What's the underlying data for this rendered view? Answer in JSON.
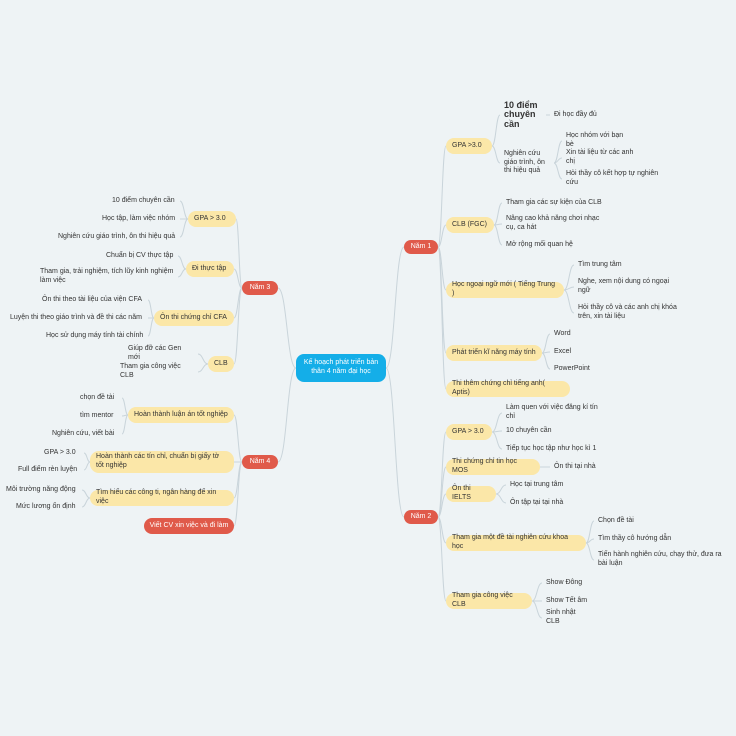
{
  "root": "Kế hoạch phát triển bản thân 4 năm đại học",
  "nam1": {
    "label": "Năm 1",
    "gpa": "GPA >3.0",
    "gpa_1": "10 điểm chuyên cần",
    "gpa_1a": "Đi học đầy đủ",
    "gpa_2": "Nghiên cứu giáo trình, ôn thi hiệu quả",
    "gpa_2a": "Học nhóm với bạn bè",
    "gpa_2b": "Xin tài liệu từ các anh chị",
    "gpa_2c": "Hỏi thầy cô kết hợp tự nghiên cứu",
    "clb": "CLB (FGC)",
    "clb_1": "Tham gia các sự kiện của CLB",
    "clb_2": "Nâng cao khả năng chơi nhạc cụ, ca hát",
    "clb_3": "Mở rộng mối quan hệ",
    "nn": "Học ngoại ngữ mới ( Tiếng Trung )",
    "nn_1": "Tìm trung tâm",
    "nn_2": "Nghe, xem nội dung có ngoại ngữ",
    "nn_3": "Hỏi thầy cô và các anh chị khóa trên, xin tài liệu",
    "mt": "Phát triển kĩ năng máy tính",
    "mt_1": "Word",
    "mt_2": "Excel",
    "mt_3": "PowerPoint",
    "aptis": "Thi thêm chứng chỉ tiếng anh( Aptis)"
  },
  "nam2": {
    "label": "Năm 2",
    "gpa": "GPA > 3.0",
    "gpa_1": "Làm quen với việc đăng kí tín chỉ",
    "gpa_2": "10 chuyên cần",
    "gpa_3": "Tiếp tục học tập như học kì 1",
    "mos": "Thi chứng chỉ tin học MOS",
    "mos_1": "Ôn thi tại nhà",
    "ielts": "Ôn thi IELTS",
    "ielts_1": "Học tại trung tâm",
    "ielts_2": "Ôn tập tại tại nhà",
    "nc": "Tham gia một đề tài nghiên cứu khoa học",
    "nc_1": "Chọn đề tài",
    "nc_2": "Tìm thầy cô hướng dẫn",
    "nc_3": "Tiến hành nghiên cứu, chạy thử, đưa ra bài luận",
    "clb": "Tham gia công việc CLB",
    "clb_1": "Show Đông",
    "clb_2": "Show Tết âm",
    "clb_3": "Sinh nhật CLB"
  },
  "nam3": {
    "label": "Năm 3",
    "gpa": "GPA > 3.0",
    "gpa_1": "10 điểm chuyên cần",
    "gpa_2": "Học tập, làm việc nhóm",
    "gpa_3": "Nghiên cứu giáo trình, ôn thi hiệu quả",
    "tt": "Đi thực tập",
    "tt_1": "Chuẩn bị CV thực tập",
    "tt_2": "Tham gia, trải nghiệm, tích lũy kinh nghiệm làm việc",
    "cfa": "Ôn thi chứng chỉ CFA",
    "cfa_1": "Ôn thi theo tài liệu của viện CFA",
    "cfa_2": "Luyện thi theo giáo trình và đề thi các năm",
    "cfa_3": "Học sử dụng máy tính tài chính",
    "clb": "CLB",
    "clb_1": "Giúp đỡ các Gen mới",
    "clb_2": "Tham gia công việc CLB"
  },
  "nam4": {
    "label": "Năm 4",
    "la": "Hoàn thành luận án tốt nghiệp",
    "la_1": "chọn đề tài",
    "la_2": "tìm mentor",
    "la_3": "Nghiên cứu, viết bài",
    "tc": "Hoàn thành các tín chỉ, chuẩn bị giấy tờ tốt nghiệp",
    "tc_1": "GPA > 3.0",
    "tc_2": "Full điểm rèn luyện",
    "ct": "Tìm hiểu các công ti, ngân hàng để xin việc",
    "ct_1": "Môi trường năng động",
    "ct_2": "Mức lương ổn định",
    "cv": "Viết CV xin việc và đi làm"
  },
  "colors": {
    "background": "#eef3f5",
    "root": "#14aee8",
    "main": "#e05a4a",
    "sub": "#fbe7a8",
    "line": "#c9d4da"
  }
}
